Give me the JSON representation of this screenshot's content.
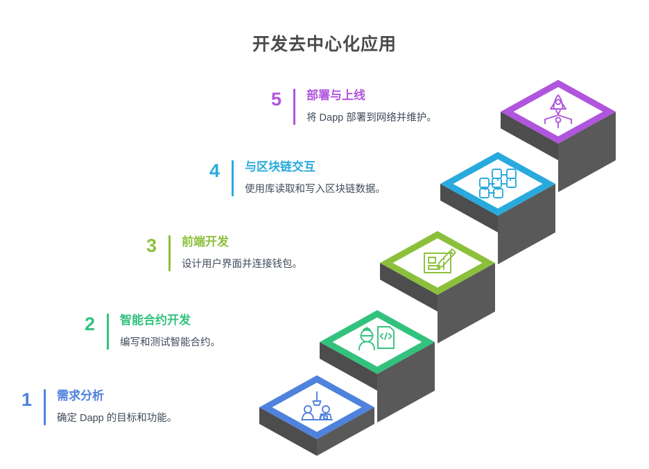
{
  "title": "开发去中心化应用",
  "colors": {
    "step1": "#4f82dc",
    "step2": "#32c27e",
    "step3": "#8cc03c",
    "step4": "#29aadd",
    "step5": "#b055dd",
    "stair_body": "#595959",
    "stair_body_dark": "#4d4d4d",
    "title_text": "#4a4a4a",
    "desc_text": "#3f4a5a",
    "diamond_fill": "#ffffff"
  },
  "steps": [
    {
      "number": "1",
      "heading": "需求分析",
      "desc": "确定 Dapp 的目标和功能。",
      "color": "#4f82dc",
      "icon": "meeting-people-icon"
    },
    {
      "number": "2",
      "heading": "智能合约开发",
      "desc": "编写和测试智能合约。",
      "color": "#32c27e",
      "icon": "developer-code-document-icon"
    },
    {
      "number": "3",
      "heading": "前端开发",
      "desc": "设计用户界面并连接钱包。",
      "color": "#8cc03c",
      "icon": "wireframe-pencil-icon"
    },
    {
      "number": "4",
      "heading": "与区块链交互",
      "desc": "使用库读取和写入区块链数据。",
      "color": "#29aadd",
      "icon": "blockchain-nodes-icon"
    },
    {
      "number": "5",
      "heading": "部署与上线",
      "desc": "将 Dapp 部署到网络并维护。",
      "color": "#b055dd",
      "icon": "rocket-launch-icon"
    }
  ]
}
